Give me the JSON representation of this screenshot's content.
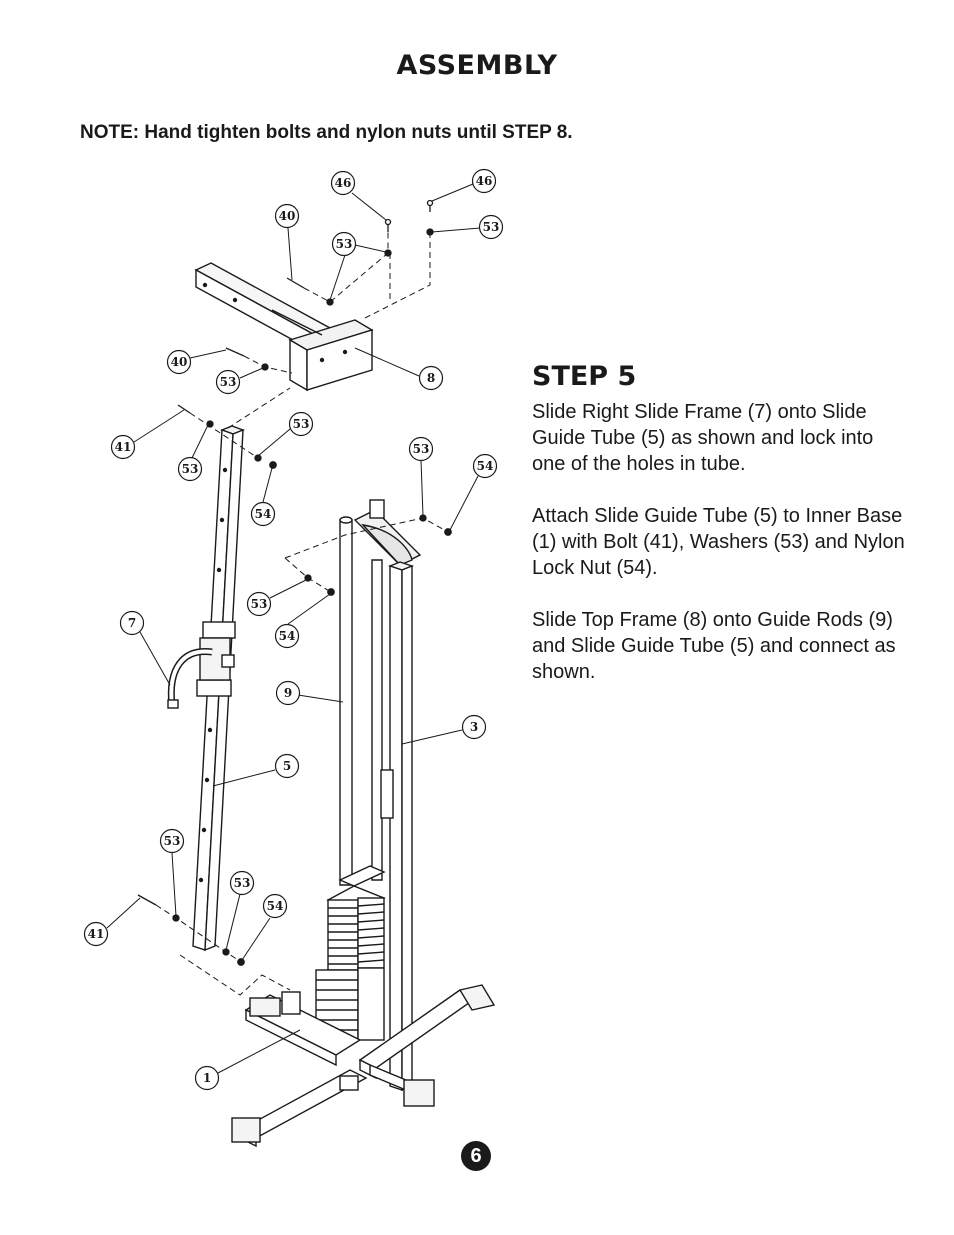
{
  "title": "ASSEMBLY",
  "note": "NOTE:  Hand tighten bolts and nylon nuts until STEP 8.",
  "step": {
    "heading": "STEP 5",
    "paragraphs": [
      "Slide Right Slide Frame (7) onto Slide Guide Tube (5) as shown and lock into one of the holes in tube.",
      "Attach Slide Guide Tube (5) to Inner Base (1) with Bolt (41), Washers (53) and Nylon Lock Nut (54).",
      "Slide Top Frame (8) onto Guide Rods (9) and Slide Guide Tube (5) and connect as shown."
    ]
  },
  "callouts": {
    "c46a": "46",
    "c46b": "46",
    "c40a": "40",
    "c53a": "53",
    "c53b": "53",
    "c40b": "40",
    "c53c": "53",
    "c8": "8",
    "c41a": "41",
    "c53d": "53",
    "c53e": "53",
    "c53f": "53",
    "c54a": "54",
    "c54b": "54",
    "c54c": "54",
    "c53g": "53",
    "c7": "7",
    "c9": "9",
    "c3": "3",
    "c5": "5",
    "c53h": "53",
    "c53i": "53",
    "c54d": "54",
    "c41b": "41",
    "c1": "1"
  },
  "page_number": "6"
}
